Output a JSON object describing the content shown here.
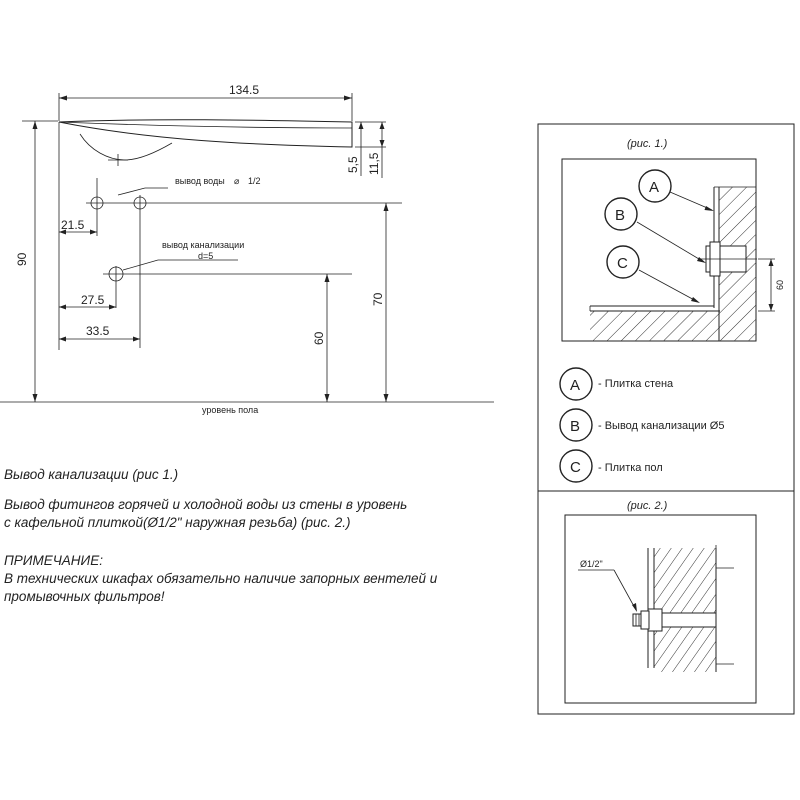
{
  "dimensions": {
    "width_total": "134.5",
    "d_5_5": "5,5",
    "d_11_5": "11,5",
    "height_total": "90",
    "d_21_5": "21.5",
    "d_27_5": "27.5",
    "d_33_5": "33.5",
    "d_60": "60",
    "d_70": "70"
  },
  "labels": {
    "water_outlet": "вывод воды",
    "water_outlet_size": "1/2",
    "sewer_outlet": "вывод канализации",
    "sewer_diameter": "d=5",
    "floor_level": "уровень пола"
  },
  "fig1": {
    "caption": "(рис. 1.)",
    "dim_60": "60",
    "markers": {
      "a": "A",
      "b": "B",
      "c": "C"
    }
  },
  "legend": [
    {
      "letter": "A",
      "text": "- Плитка стена"
    },
    {
      "letter": "B",
      "text": "- Вывод канализации  Ø5"
    },
    {
      "letter": "C",
      "text": "- Плитка пол"
    }
  ],
  "fig2": {
    "caption": "(рис. 2.)",
    "thread_label": "Ø1/2\""
  },
  "notes": {
    "line1": "Вывод канализации (рис 1.)",
    "line2a": "Вывод фитингов горячей и холодной воды из стены в уровень",
    "line2b": "с кафельной плиткой(Ø1/2\" наружная резьба) (рис. 2.)",
    "note_title": "ПРИМЕЧАНИЕ:",
    "note_body1": "В технических шкафах обязательно наличие запорных вентелей и",
    "note_body2": "промывочных фильтров!"
  }
}
